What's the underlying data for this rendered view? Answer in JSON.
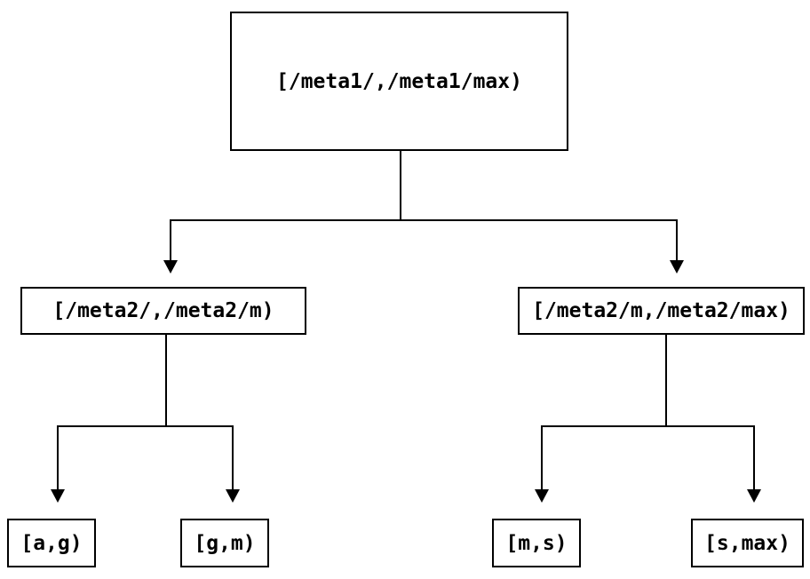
{
  "diagram": {
    "type": "binary-interval-tree",
    "colors": {
      "background": "#ffffff",
      "line": "#000000",
      "box_border": "#000000",
      "box_fill": "#ffffff",
      "text": "#000000"
    },
    "nodes": {
      "root": {
        "label": "[/meta1/,/meta1/max)"
      },
      "meta2_low": {
        "label": "[/meta2/,/meta2/m)"
      },
      "meta2_high": {
        "label": "[/meta2/m,/meta2/max)"
      },
      "leaf_a_g": {
        "label": "[a,g)"
      },
      "leaf_g_m": {
        "label": "[g,m)"
      },
      "leaf_m_s": {
        "label": "[m,s)"
      },
      "leaf_s_max": {
        "label": "[s,max)"
      }
    },
    "edges": [
      {
        "from": "root",
        "to": "meta2_low"
      },
      {
        "from": "root",
        "to": "meta2_high"
      },
      {
        "from": "meta2_low",
        "to": "leaf_a_g"
      },
      {
        "from": "meta2_low",
        "to": "leaf_g_m"
      },
      {
        "from": "meta2_high",
        "to": "leaf_m_s"
      },
      {
        "from": "meta2_high",
        "to": "leaf_s_max"
      }
    ]
  }
}
